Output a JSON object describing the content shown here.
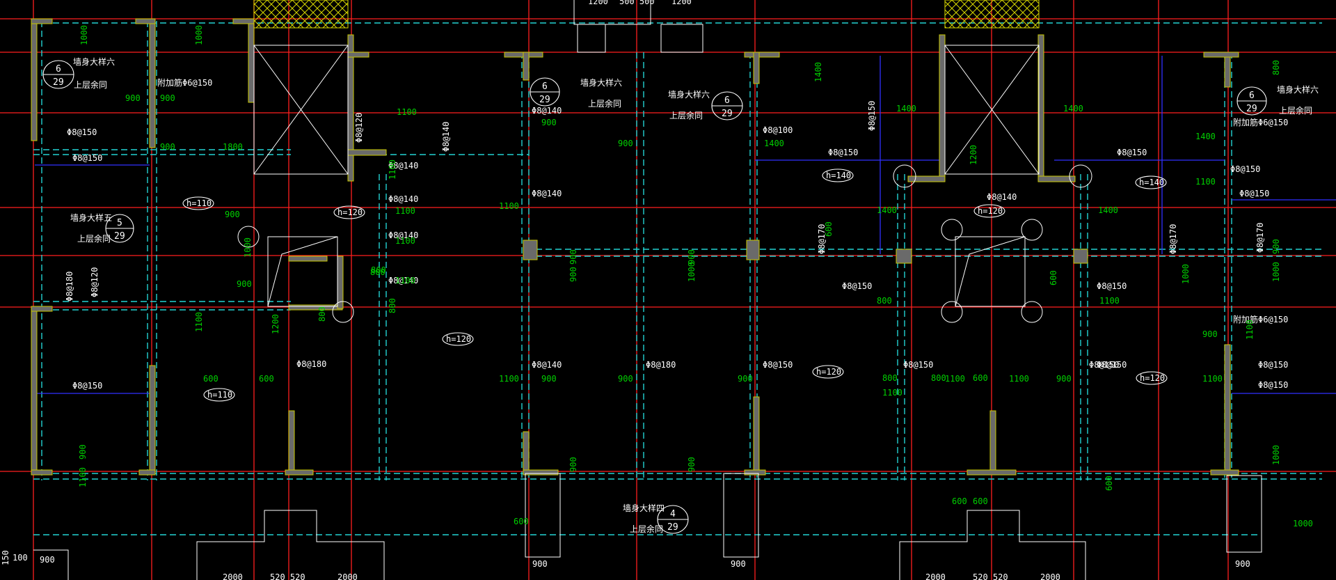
{
  "colors": {
    "background": "#000000",
    "axis_line": "#ff1f1f",
    "dashed_beam": "#22d3d3",
    "wall_fill": "#6a6a6a",
    "wall_edge": "#c8c800",
    "rebar_text": "#ffffff",
    "dim_text": "#00d000",
    "blue_line": "#3030ff",
    "hatch": "#d8d800"
  },
  "labels": {
    "wall_detail_6": "墙身大样六",
    "wall_detail_5": "墙身大样五",
    "wall_detail_4": "墙身大样四",
    "same_upper": "上层余同",
    "added_rebar": "附加筋Φ6@150"
  },
  "detail_refs": [
    {
      "num": "6",
      "sheet": "29"
    },
    {
      "num": "6",
      "sheet": "29"
    },
    {
      "num": "6",
      "sheet": "29"
    },
    {
      "num": "6",
      "sheet": "29"
    },
    {
      "num": "5",
      "sheet": "29"
    },
    {
      "num": "4",
      "sheet": "29"
    }
  ],
  "slab_thickness": [
    "h=110",
    "h=110",
    "h=120",
    "h=120",
    "h=140",
    "h=120",
    "h=120",
    "h=140",
    "h=120"
  ],
  "rebar_labels": [
    "Φ8@150",
    "Φ8@150",
    "Φ8@150",
    "Φ8@180",
    "Φ8@180",
    "Φ8@120",
    "Φ8@120",
    "Φ8@140",
    "Φ8@140",
    "Φ8@140",
    "Φ8@140",
    "Φ8@140",
    "Φ8@140",
    "Φ8@140",
    "Φ8@140",
    "Φ8@180",
    "Φ8@100",
    "Φ8@150",
    "Φ8@150",
    "Φ8@170",
    "Φ8@150",
    "Φ8@150",
    "Φ8@140",
    "Φ8@150",
    "Φ8@150",
    "Φ8@170",
    "Φ8@170",
    "Φ8@150",
    "Φ8@150",
    "Φ8@150",
    "Φ8@150",
    "Φ8@150",
    "Φ8@150",
    "Φ8@150"
  ],
  "dimension_labels": [
    "1000",
    "1000",
    "900",
    "900",
    "1800",
    "900",
    "900",
    "1000",
    "900",
    "1100",
    "1200",
    "800",
    "600",
    "600",
    "900",
    "1100",
    "1100",
    "1100",
    "1100",
    "1100",
    "1100",
    "800",
    "800",
    "800",
    "1100",
    "1100",
    "600",
    "900",
    "900",
    "900",
    "900",
    "900",
    "900",
    "900",
    "1000",
    "900",
    "900",
    "900",
    "1400",
    "1400",
    "1100",
    "1100",
    "1100",
    "1400",
    "1400",
    "1400",
    "1400",
    "1400",
    "1100",
    "1100",
    "800",
    "800",
    "800",
    "600",
    "600",
    "600",
    "900",
    "900",
    "1100",
    "1000",
    "1000",
    "900",
    "800",
    "1200",
    "600",
    "600",
    "1100",
    "1000",
    "600",
    "1000"
  ],
  "bottom_dims": {
    "left": "900",
    "mid1": "900",
    "mid2": "900",
    "right": "900",
    "span_a": "2000",
    "span_b": "2000",
    "span_c": "2000",
    "span_d": "2000",
    "pair_a": "520 520",
    "pair_b": "520 520",
    "top_a": "1200",
    "top_b": "500 500",
    "top_c": "1200",
    "edge_150": "150",
    "edge_100": "100"
  }
}
